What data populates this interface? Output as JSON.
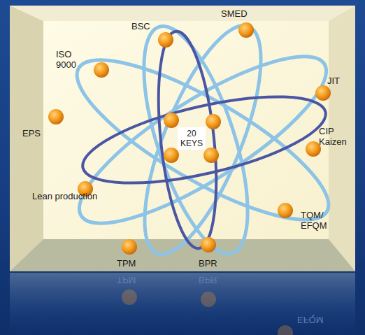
{
  "diagram": {
    "nodes": [
      {
        "text": [
          "20 KEYS"
        ]
      }
    ],
    "labels": [
      "BSC",
      "SMED",
      "ISO 9000",
      "JIT",
      "EPS",
      "CIP Kaizen",
      "Lean production",
      "TQM/ EFQM",
      "TPM",
      "BPR",
      "TPM",
      "BPR",
      "EFQM"
    ]
  }
}
